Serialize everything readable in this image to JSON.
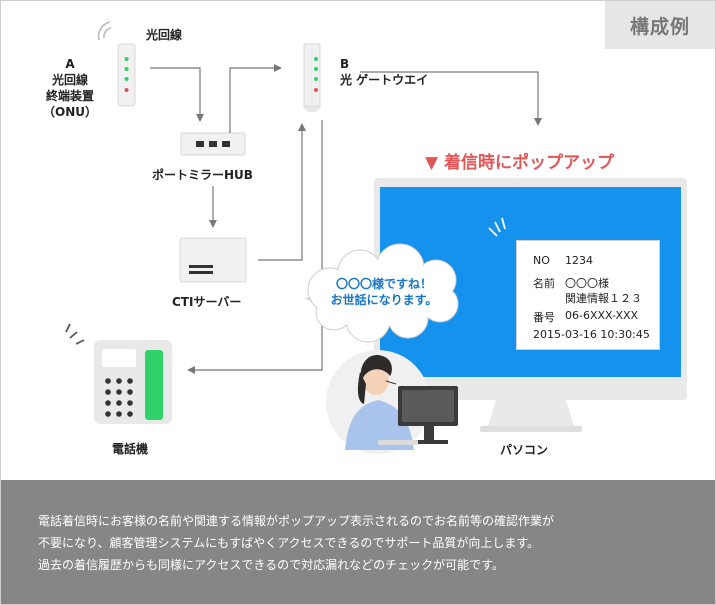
{
  "badge": "構成例",
  "devices": {
    "fiber_label": "光回線",
    "onu_lines": [
      "A",
      "光回線",
      "終端装置",
      "（ONU）"
    ],
    "gateway_lines": [
      "B",
      "光 ゲートウエイ"
    ],
    "hub_label": "ポートミラーHUB",
    "cti_label": "CTIサーバー",
    "phone_label": "電話機",
    "pc_label": "パソコン"
  },
  "popup_title": "▼ 着信時にポップアップ",
  "popup": {
    "no_label": "NO",
    "no_value": "1234",
    "name_label": "名前",
    "name_value": "〇〇〇様",
    "related_value": "関連情報１２３",
    "phone_label": "番号",
    "phone_value": "06-6XXX-XXX",
    "datetime": "2015-03-16 10:30:45"
  },
  "speech": [
    "〇〇〇様ですね！",
    "お世話になります。"
  ],
  "description": [
    "電話着信時にお客様の名前や関連する情報がポップアップ表示されるのでお名前等の確認作業が",
    "不要になり、顧客管理システムにもすばやくアクセスできるのでサポート品質が向上します。",
    "過去の着信履歴からも同様にアクセスできるので対応漏れなどのチェックが可能です。"
  ],
  "colors": {
    "screen_blue": "#1591ee",
    "accent_red": "#e05557",
    "led_green": "#2fd36a",
    "footer_gray": "#868686"
  }
}
